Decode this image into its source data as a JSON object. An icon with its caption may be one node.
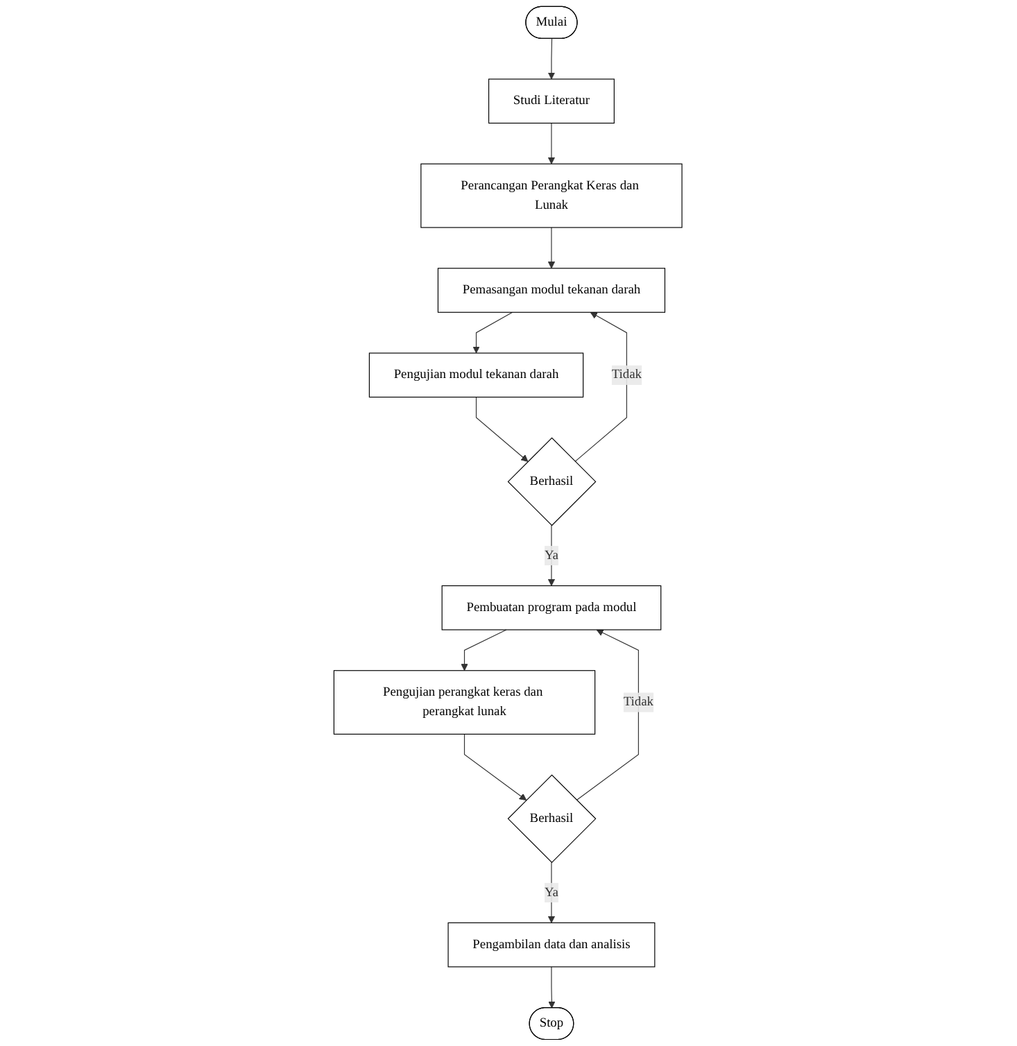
{
  "diagram": {
    "nodes": [
      {
        "text": [
          "Mulai"
        ]
      },
      {
        "text": [
          "Studi Literatur"
        ]
      },
      {
        "text": [
          "Perancangan Perangkat Keras dan Lunak"
        ]
      },
      {
        "text": [
          "Pemasangan modul tekanan darah"
        ]
      },
      {
        "text": [
          "Pengujian modul tekanan darah"
        ]
      },
      {
        "text": [
          "Berhasil"
        ]
      },
      {
        "text": [
          "Pembuatan program pada modul"
        ]
      },
      {
        "text": [
          "Pengujian perangkat keras dan perangkat lunak"
        ]
      },
      {
        "text": [
          "Berhasil"
        ]
      },
      {
        "text": [
          "Pengambilan data dan analisis"
        ]
      },
      {
        "text": [
          "Stop"
        ]
      }
    ],
    "edges": [
      {
        "from": 0,
        "to": 1,
        "arrow": "to"
      },
      {
        "from": 1,
        "to": 2,
        "arrow": "to"
      },
      {
        "from": 2,
        "to": 3,
        "arrow": "to"
      },
      {
        "from": 3,
        "to": 4,
        "arrow": "to"
      },
      {
        "from": 4,
        "to": 5,
        "arrow": "to"
      },
      {
        "from": 5,
        "to": 3,
        "label": "Tidak",
        "arrow": "to"
      },
      {
        "from": 5,
        "to": 6,
        "label": "Ya",
        "arrow": "to"
      },
      {
        "from": 6,
        "to": 7,
        "arrow": "to"
      },
      {
        "from": 7,
        "to": 8,
        "arrow": "to"
      },
      {
        "from": 8,
        "to": 6,
        "label": "Tidak",
        "arrow": "to"
      },
      {
        "from": 8,
        "to": 9,
        "label": "Ya",
        "arrow": "to"
      },
      {
        "from": 9,
        "to": 10,
        "arrow": "to"
      }
    ]
  }
}
